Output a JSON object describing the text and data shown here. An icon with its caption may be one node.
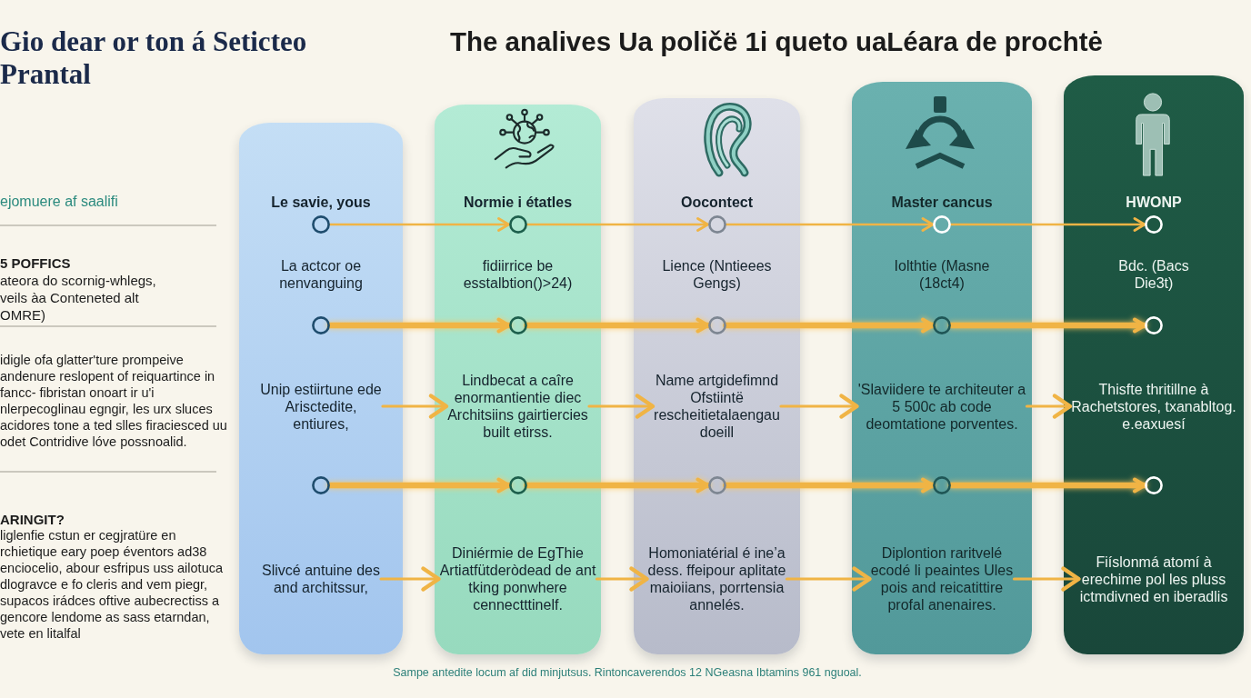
{
  "diagram": {
    "title": "The analives Ua poličë 1i queto uaLéara de prochtė",
    "caption": "Sampe antedite locum af did minjutsus. Rintoncaverendos 12 NGeasna Ibtamins 961 nguoal.",
    "nodes": [
      {
        "text": [
          "Le savie, yous",
          "La actcor oe nenvanguing"
        ]
      },
      {
        "text": [],
        "shape": "circle",
        "in": 0
      },
      {
        "text": [],
        "shape": "circle",
        "in": 0
      },
      {
        "text": [
          "Unip estiirtune ede Arisctedite, entiures,"
        ],
        "in": 0
      },
      {
        "text": [],
        "shape": "circle",
        "in": 0
      },
      {
        "text": [
          "Slivcé antuine des and architssur,"
        ],
        "in": 0
      },
      {
        "text": [
          "Normie i étatles",
          "fidiirrice be esstalbtion()>24)"
        ]
      },
      {
        "text": [],
        "shape": "circle",
        "in": 6
      },
      {
        "text": [],
        "shape": "circle",
        "in": 6
      },
      {
        "text": [
          "Lindbecat a caîre enormantientie diec Architsiins gairtiercies built etirss."
        ],
        "in": 6
      },
      {
        "text": [],
        "shape": "circle",
        "in": 6
      },
      {
        "text": [
          "Diniérmie de EgThie Artiatfütderòdead de ant tking ponwhere cennectttinelf."
        ],
        "in": 6
      },
      {
        "text": [
          "Oocontect",
          "Lience (Nntieees Gengs)"
        ]
      },
      {
        "text": [],
        "shape": "circle",
        "in": 12
      },
      {
        "text": [],
        "shape": "circle",
        "in": 12
      },
      {
        "text": [
          "Name artgidefimnd Ofstiintë rescheitietalaengau doeill"
        ],
        "in": 12
      },
      {
        "text": [],
        "shape": "circle",
        "in": 12
      },
      {
        "text": [
          "Homoniatérial é ine’a dess. ffeipour aplitate maioiians, porrtensia annelés."
        ],
        "in": 12
      },
      {
        "text": [
          "Master cancus",
          "Iolthtie (Masne (18ct4)"
        ]
      },
      {
        "text": [],
        "shape": "circle",
        "in": 18
      },
      {
        "text": [],
        "shape": "circle",
        "in": 18
      },
      {
        "text": [
          "'Slaviidere te architeuter a 5 500c ab code deomtatione porventes."
        ],
        "in": 18
      },
      {
        "text": [],
        "shape": "circle",
        "in": 18
      },
      {
        "text": [
          "Diplontion raritvelé ecodé li peaintes Ules pois and reicatittire profal anenaires."
        ],
        "in": 18
      },
      {
        "text": [
          "HWONP",
          "Bdc. (Bacs Die3t)"
        ]
      },
      {
        "text": [],
        "shape": "circle",
        "in": 24
      },
      {
        "text": [],
        "shape": "circle",
        "in": 24
      },
      {
        "text": [
          "Thisfte thritillne à Rachetstores, txanabltog. e.eaxuesí"
        ],
        "in": 24
      },
      {
        "text": [],
        "shape": "circle",
        "in": 24
      },
      {
        "text": [
          "Fiíslonmá atomí à erechime pol les pluss ictmdivned en iberadlis"
        ],
        "in": 24
      }
    ],
    "edges": [
      {
        "from": 1,
        "to": 7,
        "arrow": "to"
      },
      {
        "from": 7,
        "to": 13,
        "arrow": "to"
      },
      {
        "from": 13,
        "to": 19,
        "arrow": "to"
      },
      {
        "from": 19,
        "to": 25,
        "arrow": "to"
      },
      {
        "from": 2,
        "to": 8,
        "arrow": "to",
        "style": "thick"
      },
      {
        "from": 8,
        "to": 14,
        "arrow": "to",
        "style": "thick"
      },
      {
        "from": 14,
        "to": 20,
        "arrow": "to",
        "style": "thick"
      },
      {
        "from": 20,
        "to": 26,
        "arrow": "to",
        "style": "thick"
      },
      {
        "from": 3,
        "to": 9,
        "arrow": "to"
      },
      {
        "from": 9,
        "to": 15,
        "arrow": "to"
      },
      {
        "from": 15,
        "to": 21,
        "arrow": "to"
      },
      {
        "from": 21,
        "to": 27,
        "arrow": "to"
      },
      {
        "from": 4,
        "to": 10,
        "arrow": "to",
        "style": "thick"
      },
      {
        "from": 10,
        "to": 16,
        "arrow": "to",
        "style": "thick"
      },
      {
        "from": 16,
        "to": 22,
        "arrow": "to",
        "style": "thick"
      },
      {
        "from": 22,
        "to": 28,
        "arrow": "to",
        "style": "thick"
      },
      {
        "from": 5,
        "to": 11,
        "arrow": "to"
      },
      {
        "from": 11,
        "to": 17,
        "arrow": "to"
      },
      {
        "from": 17,
        "to": 23,
        "arrow": "to"
      },
      {
        "from": 23,
        "to": 29,
        "arrow": "to"
      }
    ],
    "labels": [
      "Gio dear or ton á Seticteo Prantal",
      "ejomuere af saalifi",
      "5 POFFICS",
      "ateora do scornig-whlegs, veils àa Conteneted alt OMRE)",
      "idigle ofa glatter'ture prompeive andenure reslopent of reiquartince in fancc- fibristan onoart ir u'i nlerpecoglinau egngir, les urx sluces acidores tone a ted slles firaciesced uu odet Contridive lóve possnoalid.",
      "ARINGIT?",
      "liglenfie cstun er cegjratüre en rchietique eary poep éventors ad38 enciocelio, abour esfripus uss ailotuca dlogravce e fo cleris and vem piegr, supacos irádces oftive aubecrectiss a gencore lendome as sass etarndan, vete en litalfal"
    ]
  }
}
